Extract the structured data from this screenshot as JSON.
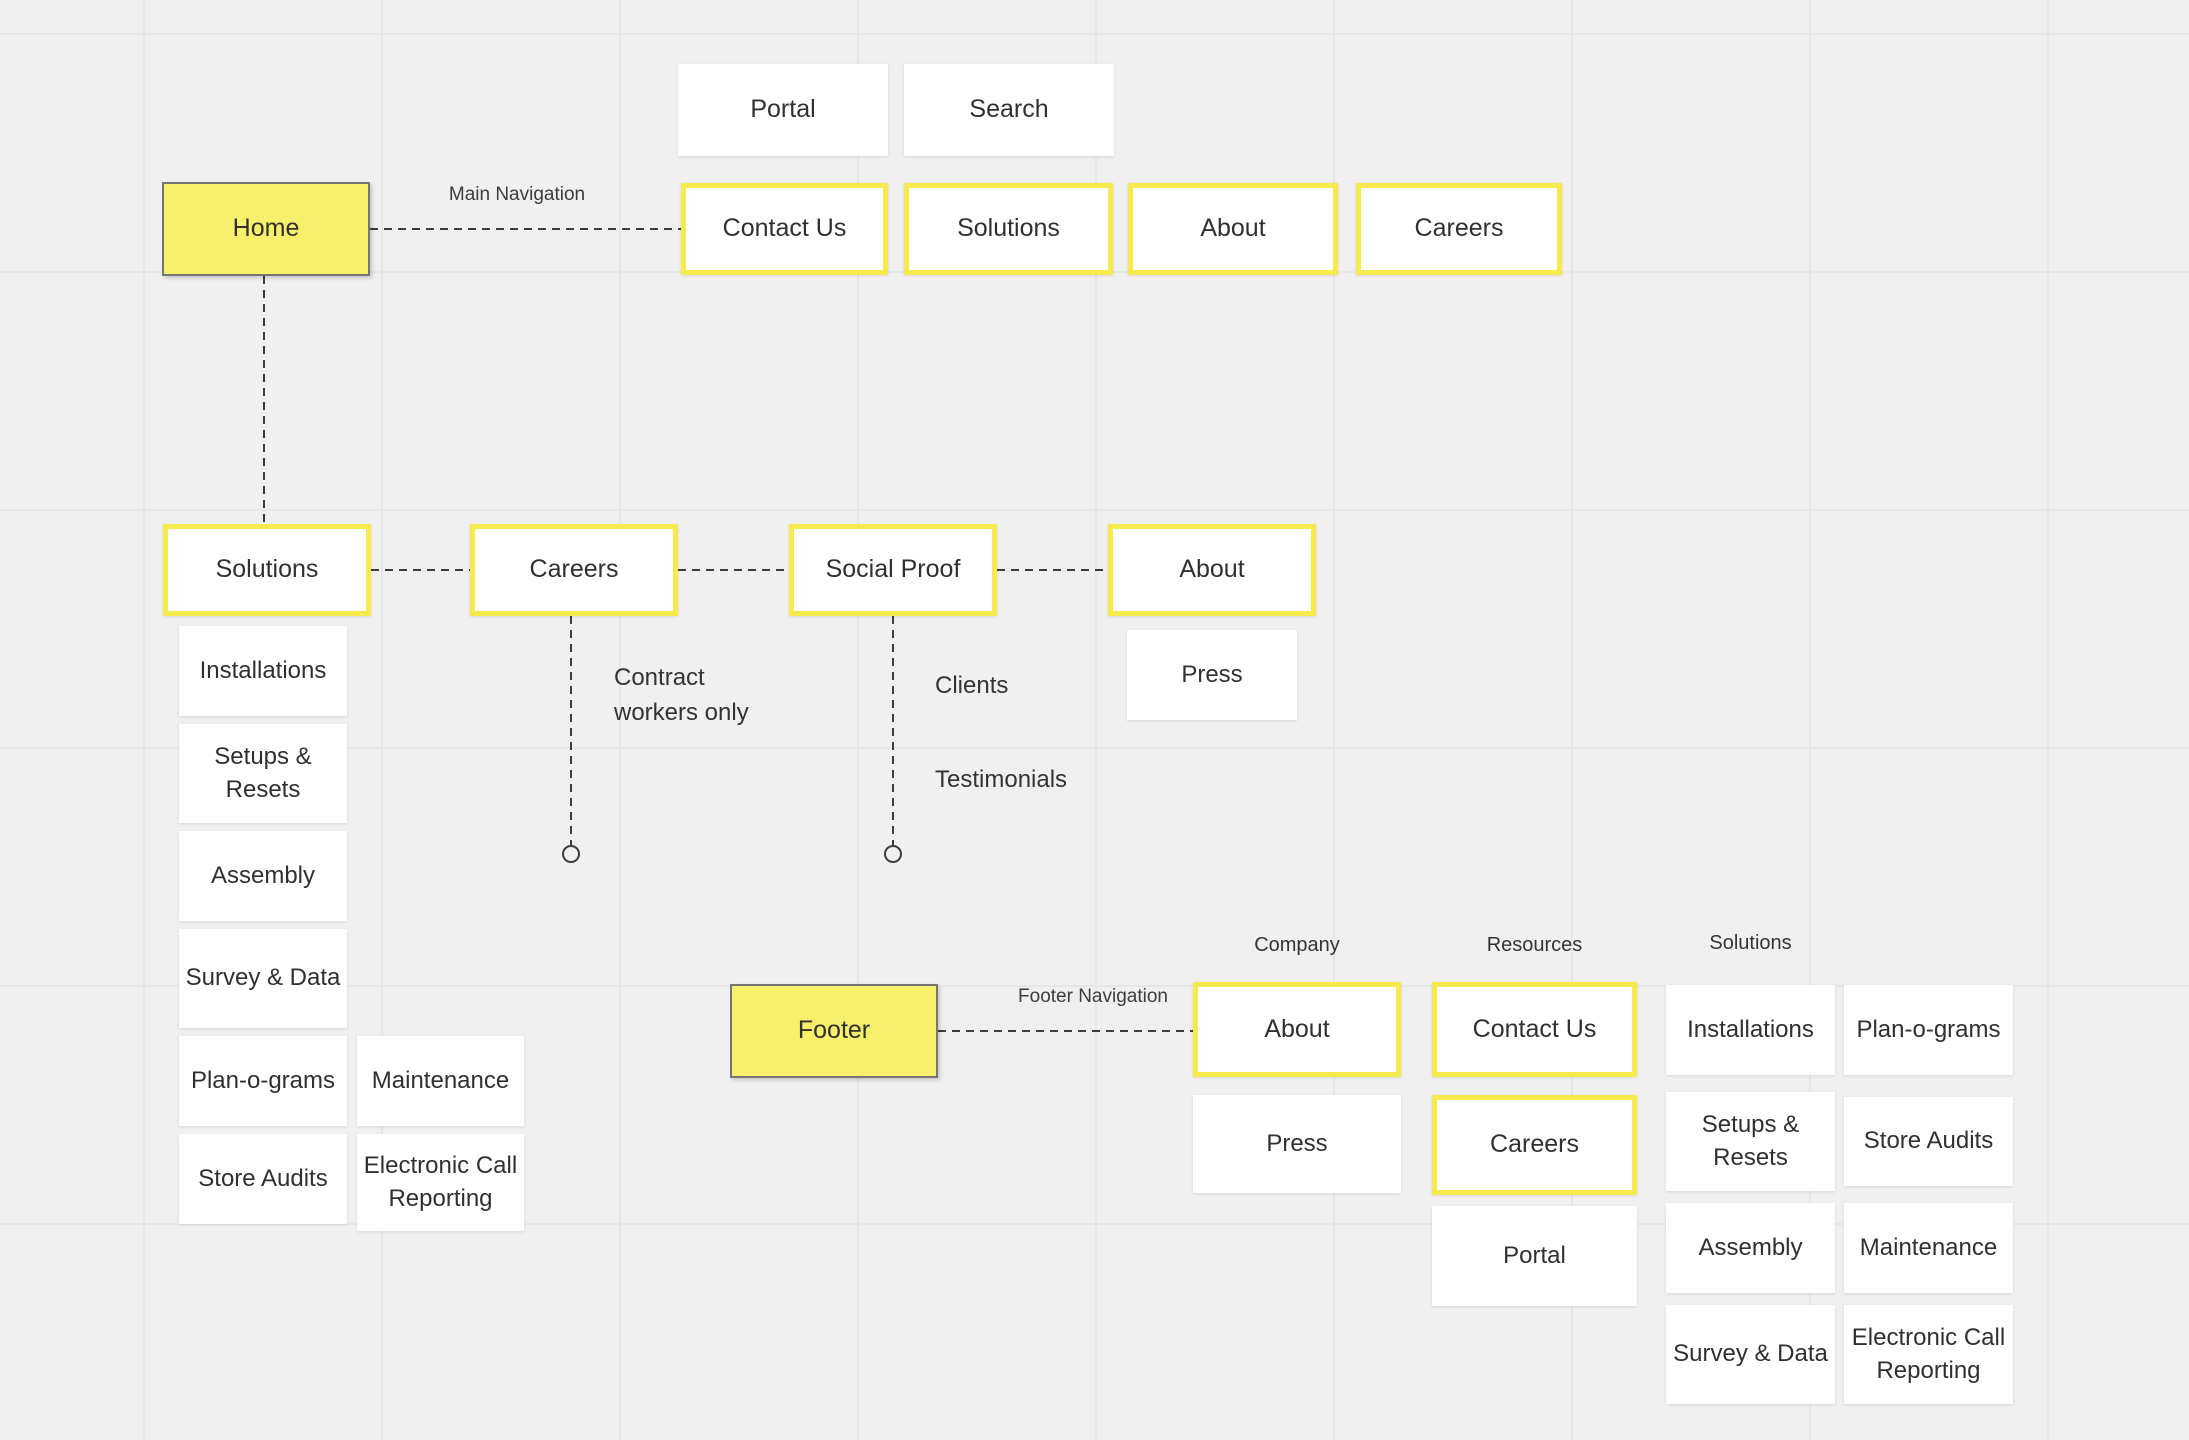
{
  "colors": {
    "canvas_background": "#F0F0F0",
    "grid_line": "#E6E6E6",
    "sticky_yellow": "#F8F06A",
    "yellow_outline": "#F7EA4D",
    "gray_outline": "#757575",
    "connector": "#3C3C3C",
    "text": "#303030"
  },
  "main_navigation": {
    "label": "Main Navigation",
    "utility_pages": [
      {
        "label": "Portal"
      },
      {
        "label": "Search"
      }
    ],
    "pages": [
      {
        "label": "Contact Us"
      },
      {
        "label": "Solutions"
      },
      {
        "label": "About"
      },
      {
        "label": "Careers"
      }
    ]
  },
  "home": {
    "label": "Home"
  },
  "sections": {
    "solutions": {
      "label": "Solutions",
      "children": [
        "Installations",
        "Setups & Resets",
        "Assembly",
        "Survey & Data",
        "Plan-o-grams",
        "Store Audits",
        "Maintenance",
        "Electronic Call Reporting"
      ]
    },
    "careers": {
      "label": "Careers",
      "annotation": "Contract workers only"
    },
    "social_proof": {
      "label": "Social Proof",
      "annotations": [
        "Clients",
        "Testimonials"
      ]
    },
    "about": {
      "label": "About",
      "children": [
        "Press"
      ]
    }
  },
  "footer_navigation": {
    "node_label": "Footer",
    "label": "Footer Navigation",
    "columns": [
      {
        "heading": "Company",
        "items": [
          "About",
          "Press"
        ]
      },
      {
        "heading": "Resources",
        "items": [
          "Contact Us",
          "Careers",
          "Portal"
        ]
      },
      {
        "heading": "Solutions",
        "items": [
          "Installations",
          "Plan-o-grams",
          "Setups & Resets",
          "Store Audits",
          "Assembly",
          "Maintenance",
          "Survey & Data",
          "Electronic Call Reporting"
        ]
      }
    ]
  }
}
